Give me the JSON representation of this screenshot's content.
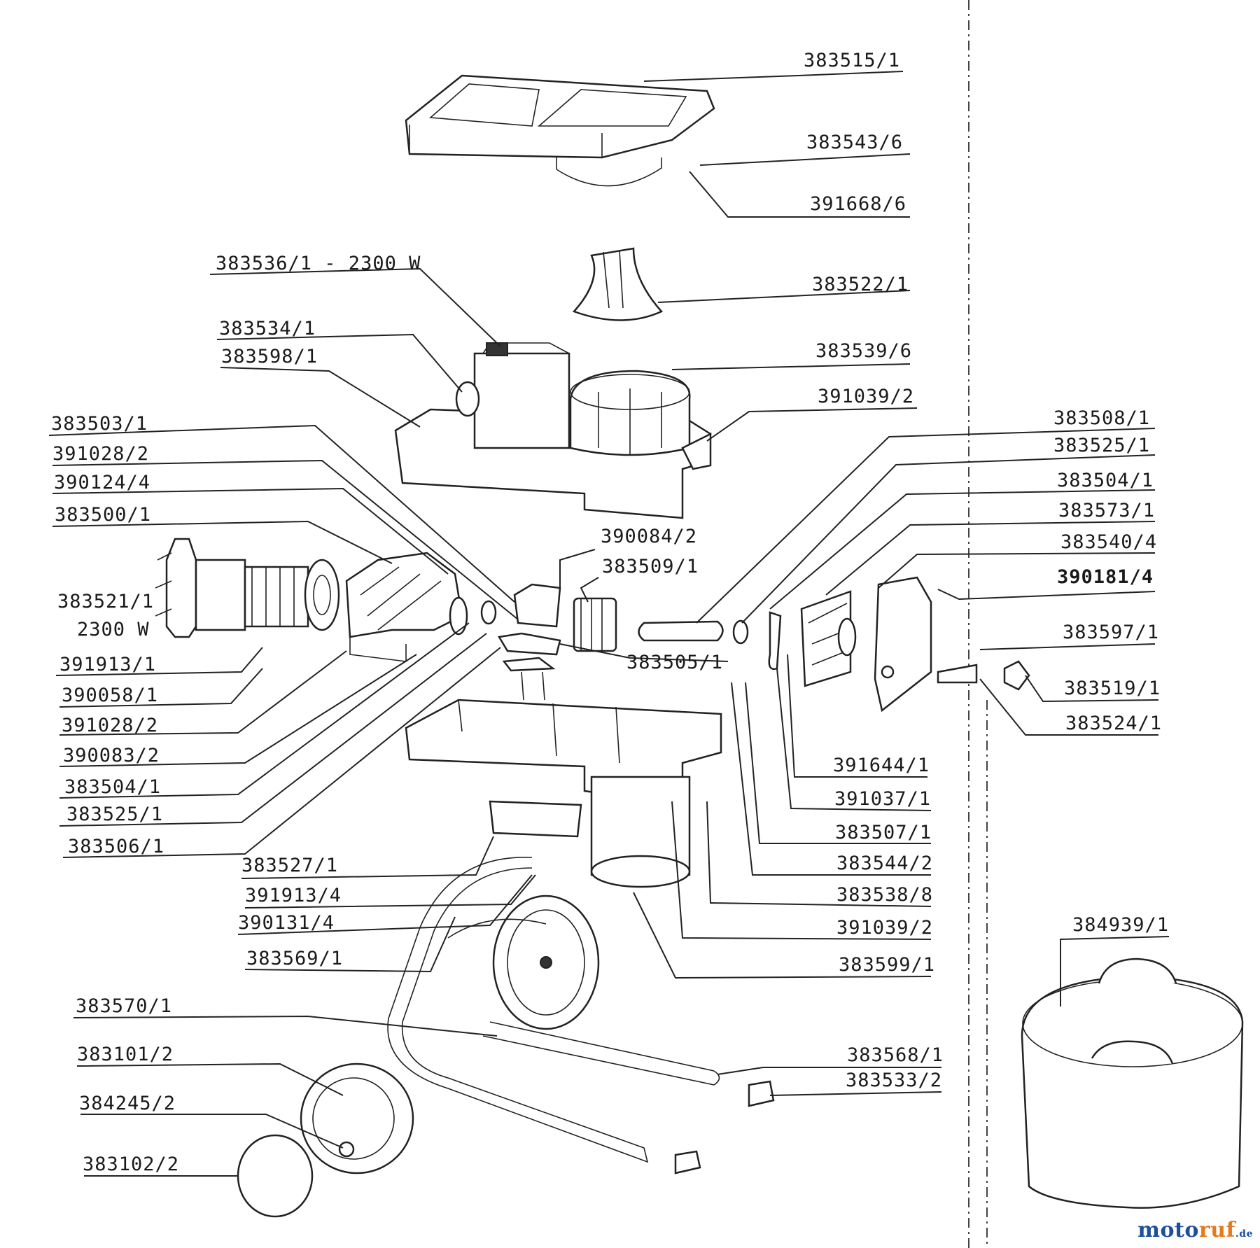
{
  "labels": [
    "383515/1",
    "383543/6",
    "391668/6",
    "383536/1 - 2300 W",
    "383522/1",
    "383534/1",
    "383598/1",
    "383539/6",
    "391039/2",
    "383503/1",
    "391028/2",
    "390124/4",
    "383500/1",
    "383521/1",
    "2300 W",
    "391913/1",
    "390058/1",
    "391028/2",
    "390083/2",
    "383504/1",
    "383525/1",
    "383506/1",
    "390084/2",
    "383509/1",
    "383505/1",
    "383508/1",
    "383525/1",
    "383504/1",
    "383573/1",
    "383540/4",
    "390181/4",
    "383597/1",
    "383519/1",
    "383524/1",
    "391644/1",
    "391037/1",
    "383507/1",
    "383544/2",
    "383538/8",
    "391039/2",
    "383599/1",
    "383527/1",
    "391913/4",
    "390131/4",
    "383569/1",
    "383570/1",
    "383101/2",
    "384245/2",
    "383102/2",
    "383568/1",
    "383533/2",
    "384939/1"
  ],
  "watermark": {
    "part1": "moto",
    "part2": "ruf",
    "part3": ".de",
    "color_primary": "#1d4f9c",
    "color_accent": "#e37b1d"
  }
}
